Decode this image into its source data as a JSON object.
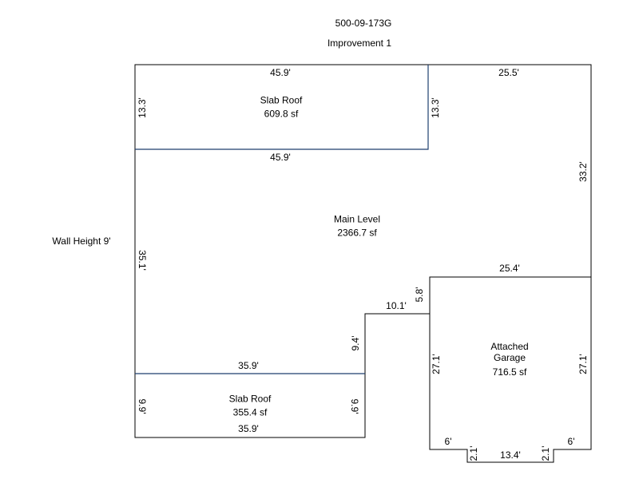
{
  "header": {
    "parcel_id": "500-09-173G",
    "improvement": "Improvement 1"
  },
  "wall_height": "Wall Height 9'",
  "areas": {
    "slab_roof_top": {
      "name": "Slab Roof",
      "area": "609.8 sf"
    },
    "main_level": {
      "name": "Main Level",
      "area": "2366.7 sf"
    },
    "attached_garage": {
      "name_line1": "Attached",
      "name_line2": "Garage",
      "area": "716.5 sf"
    },
    "slab_roof_bottom": {
      "name": "Slab Roof",
      "area": "355.4 sf"
    }
  },
  "dimensions": {
    "top_slab_top": "45.9'",
    "top_slab_bottom": "45.9'",
    "top_slab_left": "13.3'",
    "top_slab_right": "13.3'",
    "top_right_edge": "25.5'",
    "right_upper": "33.2'",
    "left_main": "35.1'",
    "garage_top": "25.4'",
    "notch_vertical": "5.8'",
    "notch_horizontal": "10.1'",
    "step_vertical": "9.4'",
    "bottom_slab_top": "35.9'",
    "bottom_slab_bottom": "35.9'",
    "bottom_slab_left": "9.9'",
    "bottom_slab_right": "9.9'",
    "garage_left": "27.1'",
    "garage_right": "27.1'",
    "garage_bottom_left": "6'",
    "garage_bottom_right": "6'",
    "garage_jog_left": "2.1'",
    "garage_jog_right": "2.1'",
    "garage_bottom_mid": "13.4'"
  },
  "colors": {
    "outline": "#000000",
    "sub_area_line": "#1f3f6e"
  }
}
